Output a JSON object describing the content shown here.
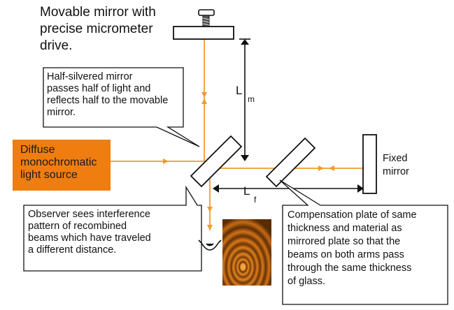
{
  "labels": {
    "movable_mirror": [
      "Movable mirror with",
      "precise micrometer",
      "drive."
    ],
    "half_silvered": [
      "Half-silvered mirror",
      "passes half of light and",
      "reflects half to the movable",
      "mirror."
    ],
    "light_source": [
      "Diffuse",
      "monochromatic",
      "light source"
    ],
    "fixed_mirror": [
      "Fixed",
      "mirror"
    ],
    "observer": [
      "Observer sees interference",
      "pattern of recombined",
      "beams which have traveled",
      "a different distance."
    ],
    "compensation": [
      "Compensation plate of same",
      "thickness and material as",
      "mirrored plate so that the",
      "beams on both arms pass",
      "through the same thickness",
      "of glass."
    ],
    "lm": "L",
    "lm_sub": "m",
    "lf": "L",
    "lf_sub": "f"
  },
  "colors": {
    "beam": "#f39a2c",
    "source_fill": "#f07d10",
    "line": "#111111",
    "mirror_fill": "#ffffff"
  },
  "icons": {
    "observer_eye": "eye-icon",
    "interference_pattern": "concentric-rings"
  }
}
